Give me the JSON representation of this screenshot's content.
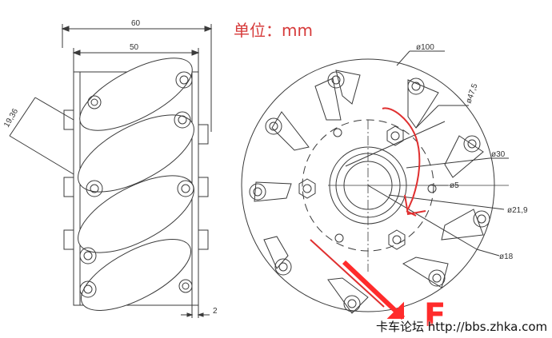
{
  "unit_label": "单位：mm",
  "force_label": "F",
  "watermark": "卡车论坛 http://bbs.zhka.com",
  "side_view": {
    "overall_width": "60",
    "inner_width": "50",
    "roller_diameter": "19,36",
    "plate_thickness": "2"
  },
  "front_view": {
    "outer_diameter": "ø100",
    "bolt_circle": "ø47,5",
    "hub_diameter": "ø30",
    "center_hole": "ø5",
    "inner_bore": "ø21,9",
    "bore_offset": "ø18"
  },
  "colors": {
    "line": "#3a3a3a",
    "annotation": "#e03030",
    "force": "#ff2b2b"
  }
}
